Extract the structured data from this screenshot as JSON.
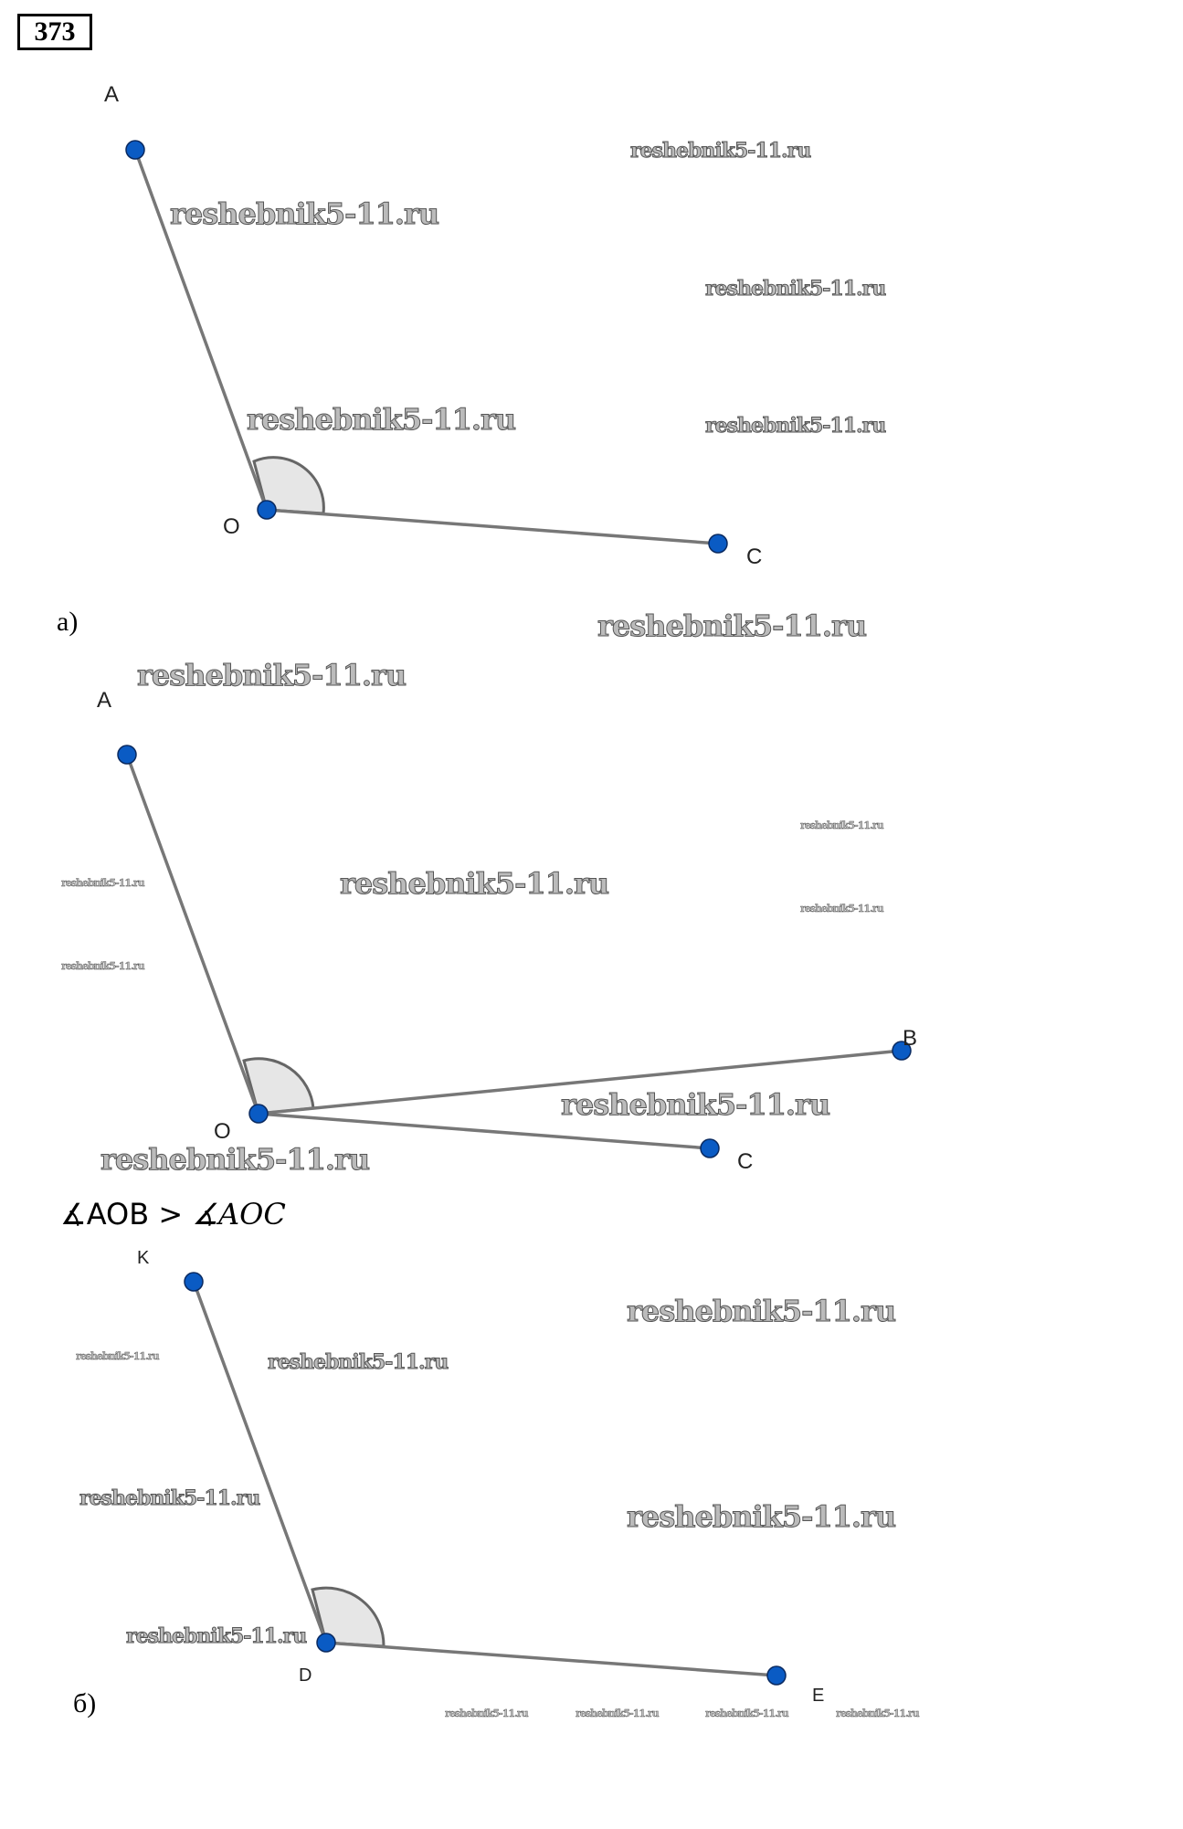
{
  "problem_number": "373",
  "figures": [
    {
      "part_label": "а)",
      "points": {
        "A": "A",
        "O": "O",
        "C": "C"
      }
    },
    {
      "part_label": "",
      "points": {
        "A": "A",
        "O": "O",
        "B": "B",
        "C": "C"
      }
    },
    {
      "part_label": "б)",
      "points": {
        "K": "K",
        "D": "D",
        "E": "E"
      }
    }
  ],
  "relation": {
    "left": "∡AOB",
    "op": ">",
    "right": "∡AOC"
  },
  "watermark": "reshebnik5-11.ru",
  "colors": {
    "point": "#0a5bc4",
    "line": "#777777",
    "arc_fill": "#e6e6e6"
  }
}
